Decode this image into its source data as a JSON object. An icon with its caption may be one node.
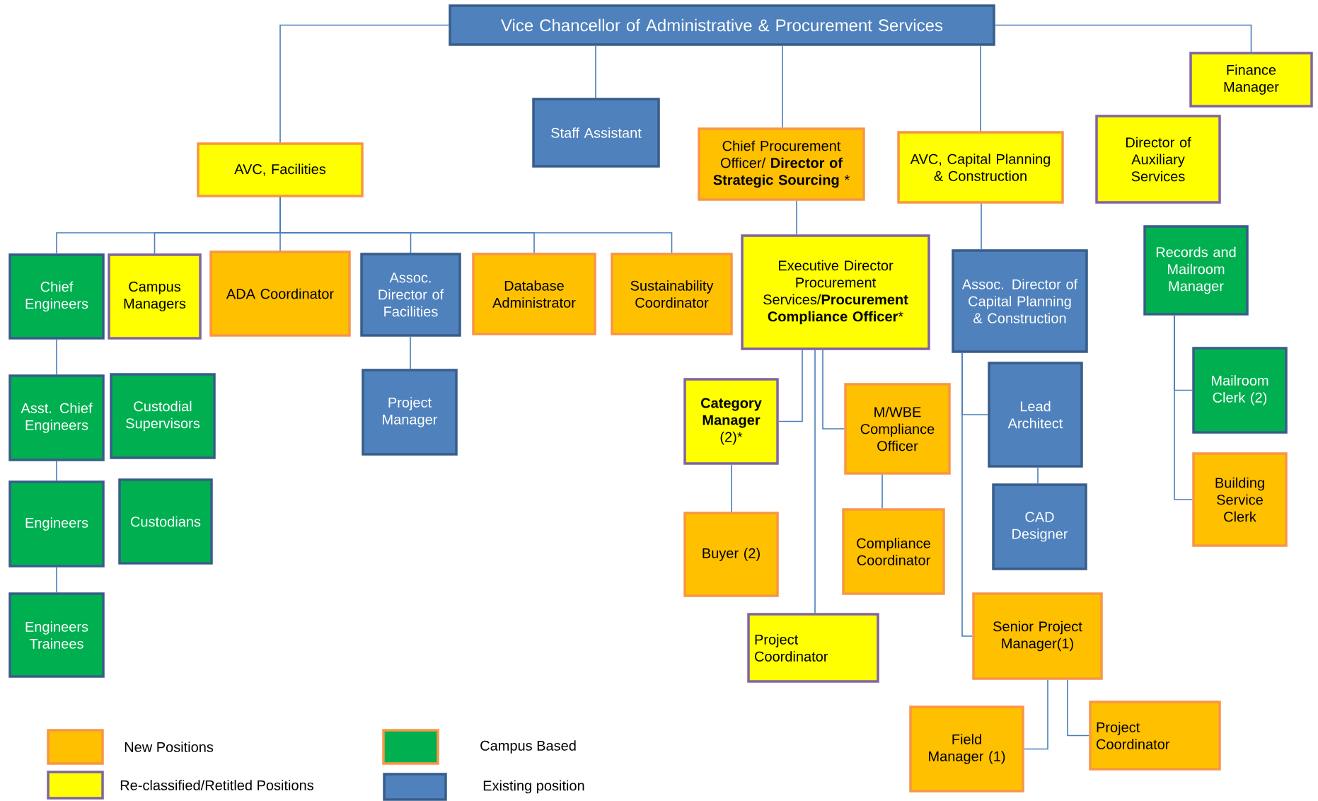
{
  "diagram": {
    "nodes": [
      {
        "text": [
          "Vice Chancellor of Administrative & Procurement Services"
        ]
      },
      {
        "text": [
          "Staff Assistant"
        ]
      },
      {
        "text": [
          "AVC, Facilities"
        ]
      },
      {
        "text": [
          "Chief Procurement Officer/ **Director of Strategic Sourcing** *"
        ]
      },
      {
        "text": [
          "AVC, Capital Planning & Construction"
        ]
      },
      {
        "text": [
          "Finance Manager"
        ]
      },
      {
        "text": [
          "Director of Auxiliary Services"
        ]
      },
      {
        "text": [
          "Chief Engineers"
        ]
      },
      {
        "text": [
          "Campus Managers"
        ]
      },
      {
        "text": [
          "ADA Coordinator"
        ]
      },
      {
        "text": [
          "Assoc. Director of Facilities"
        ]
      },
      {
        "text": [
          "Database Administrator"
        ]
      },
      {
        "text": [
          "Sustainability Coordinator"
        ]
      },
      {
        "text": [
          "Executive Director Procurement Services/**Procurement Compliance Officer***"
        ]
      },
      {
        "text": [
          "Assoc. Director of Capital Planning & Construction"
        ]
      },
      {
        "text": [
          "Records and Mailroom Manager"
        ]
      },
      {
        "text": [
          "Asst. Chief Engineers"
        ]
      },
      {
        "text": [
          "Custodial Supervisors"
        ]
      },
      {
        "text": [
          "Project Manager"
        ]
      },
      {
        "text": [
          "**Category Manager** (2)*"
        ]
      },
      {
        "text": [
          "M/WBE Compliance Officer"
        ]
      },
      {
        "text": [
          "Lead Architect"
        ]
      },
      {
        "text": [
          "Mailroom Clerk (2)"
        ]
      },
      {
        "text": [
          "Engineers"
        ]
      },
      {
        "text": [
          "Custodians"
        ]
      },
      {
        "text": [
          "Building Service Clerk"
        ]
      },
      {
        "text": [
          "CAD Designer"
        ]
      },
      {
        "text": [
          "Buyer (2)"
        ]
      },
      {
        "text": [
          "Compliance Coordinator"
        ]
      },
      {
        "text": [
          "Engineers Trainees"
        ]
      },
      {
        "text": [
          "Project Coordinator"
        ]
      },
      {
        "text": [
          "Senior Project Manager(1)"
        ]
      },
      {
        "text": [
          "Field Manager (1)"
        ]
      },
      {
        "text": [
          "Project Coordinator"
        ]
      }
    ],
    "edges": [
      {
        "from": 0,
        "to": 1,
        "arrow": "none"
      },
      {
        "from": 0,
        "to": 2,
        "arrow": "none"
      },
      {
        "from": 0,
        "to": 3,
        "arrow": "none"
      },
      {
        "from": 0,
        "to": 4,
        "arrow": "none"
      },
      {
        "from": 0,
        "to": 5,
        "arrow": "none"
      },
      {
        "from": 2,
        "to": 7,
        "arrow": "none"
      },
      {
        "from": 2,
        "to": 8,
        "arrow": "none"
      },
      {
        "from": 2,
        "to": 9,
        "arrow": "none"
      },
      {
        "from": 2,
        "to": 10,
        "arrow": "none"
      },
      {
        "from": 2,
        "to": 11,
        "arrow": "none"
      },
      {
        "from": 2,
        "to": 12,
        "arrow": "none"
      },
      {
        "from": 7,
        "to": 16,
        "arrow": "none"
      },
      {
        "from": 16,
        "to": 23,
        "arrow": "none"
      },
      {
        "from": 23,
        "to": 29,
        "arrow": "none"
      },
      {
        "from": 10,
        "to": 18,
        "arrow": "none"
      },
      {
        "from": 3,
        "to": 13,
        "arrow": "none"
      },
      {
        "from": 13,
        "to": 19,
        "arrow": "none"
      },
      {
        "from": 13,
        "to": 20,
        "arrow": "none"
      },
      {
        "from": 13,
        "to": 30,
        "arrow": "none"
      },
      {
        "from": 19,
        "to": 27,
        "arrow": "none"
      },
      {
        "from": 20,
        "to": 28,
        "arrow": "none"
      },
      {
        "from": 4,
        "to": 14,
        "arrow": "none"
      },
      {
        "from": 14,
        "to": 21,
        "arrow": "none"
      },
      {
        "from": 14,
        "to": 31,
        "arrow": "none"
      },
      {
        "from": 21,
        "to": 26,
        "arrow": "none"
      },
      {
        "from": 31,
        "to": 32,
        "arrow": "none"
      },
      {
        "from": 31,
        "to": 33,
        "arrow": "none"
      },
      {
        "from": 15,
        "to": 22,
        "arrow": "none"
      },
      {
        "from": 15,
        "to": 25,
        "arrow": "none"
      }
    ],
    "legend": [
      {
        "text": "New Positions",
        "color": "#ffc000"
      },
      {
        "text": "Re-classified/Retitled Positions",
        "color": "#ffff00"
      },
      {
        "text": "Campus Based",
        "color": "#00b050"
      },
      {
        "text": "Existing position",
        "color": "#4f81bd"
      }
    ]
  }
}
